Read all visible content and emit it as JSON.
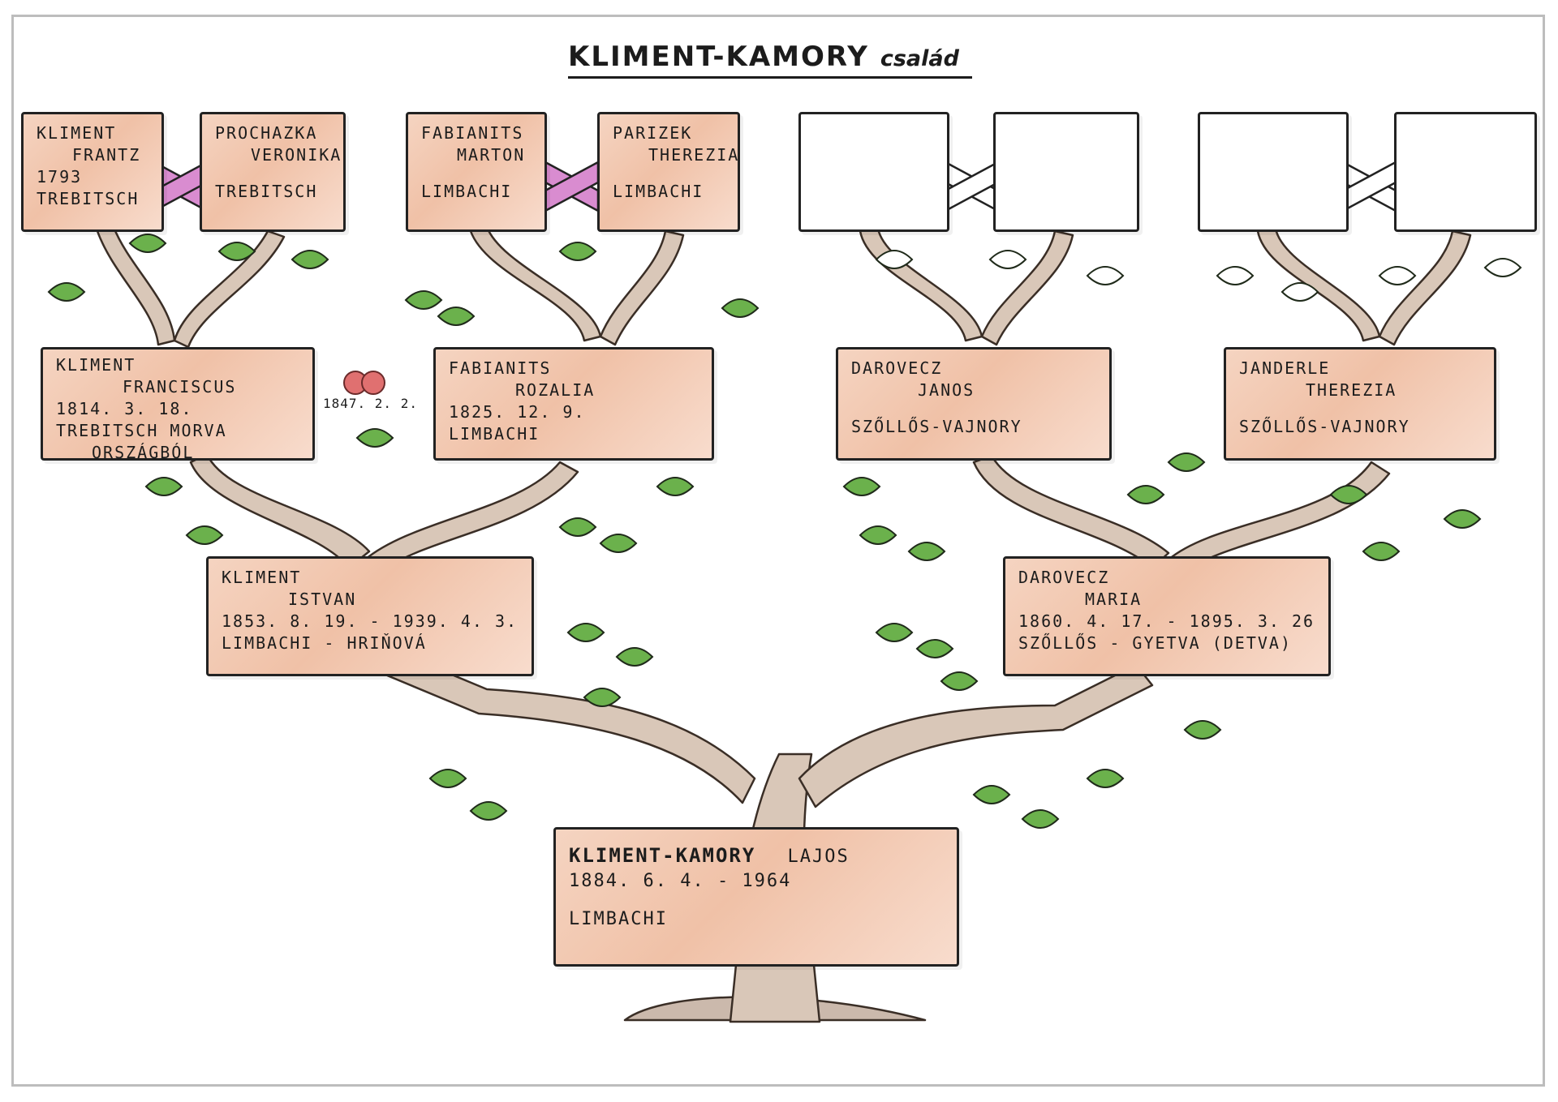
{
  "title": {
    "main": "KLIMENT-KAMORY",
    "sub": "család"
  },
  "great_grandparents": [
    {
      "surname": "KLIMENT",
      "given": "FRANTZ",
      "date": "1793",
      "place": "TREBITSCH"
    },
    {
      "surname": "PROCHAZKA",
      "given": "VERONIKA",
      "date": "",
      "place": "TREBITSCH"
    },
    {
      "surname": "FABIANITS",
      "given": "MARTON",
      "date": "",
      "place": "LIMBACHI"
    },
    {
      "surname": "PARIZEK",
      "given": "THEREZIA",
      "date": "",
      "place": "LIMBACHI"
    }
  ],
  "grandparents": [
    {
      "surname": "KLIMENT",
      "given": "FRANCISCUS",
      "date": "1814. 3. 18.",
      "place": "TREBITSCH MORVA",
      "place2": "ORSZÁGBÓL"
    },
    {
      "surname": "FABIANITS",
      "given": "ROZALIA",
      "date": "1825. 12. 9.",
      "place": "LIMBACHI"
    },
    {
      "surname": "DAROVECZ",
      "given": "JANOS",
      "date": "",
      "place": "SZŐLLŐS-VAJNORY"
    },
    {
      "surname": "JANDERLE",
      "given": "THEREZIA",
      "date": "",
      "place": "SZŐLLŐS-VAJNORY"
    }
  ],
  "grandparents_marriage": "1847. 2. 2.",
  "parents": [
    {
      "surname": "KLIMENT",
      "given": "ISTVAN",
      "date": "1853. 8. 19. - 1939. 4. 3.",
      "place": "LIMBACHI - HRIŇOVÁ"
    },
    {
      "surname": "DAROVECZ",
      "given": "MARIA",
      "date": "1860. 4. 17. - 1895. 3. 26",
      "place": "SZŐLLŐS - GYETVA (DETVA)"
    }
  ],
  "child": {
    "surname": "KLIMENT-KAMORY",
    "given": "LAJOS",
    "date": "1884. 6. 4. - 1964",
    "place": "LIMBACHI"
  },
  "colors": {
    "card": "#f0c1a7",
    "leaf": "#6bb14c",
    "branch": "#c9b2a0",
    "ribbon": "#d98cd0",
    "ink": "#1c1c1c"
  }
}
